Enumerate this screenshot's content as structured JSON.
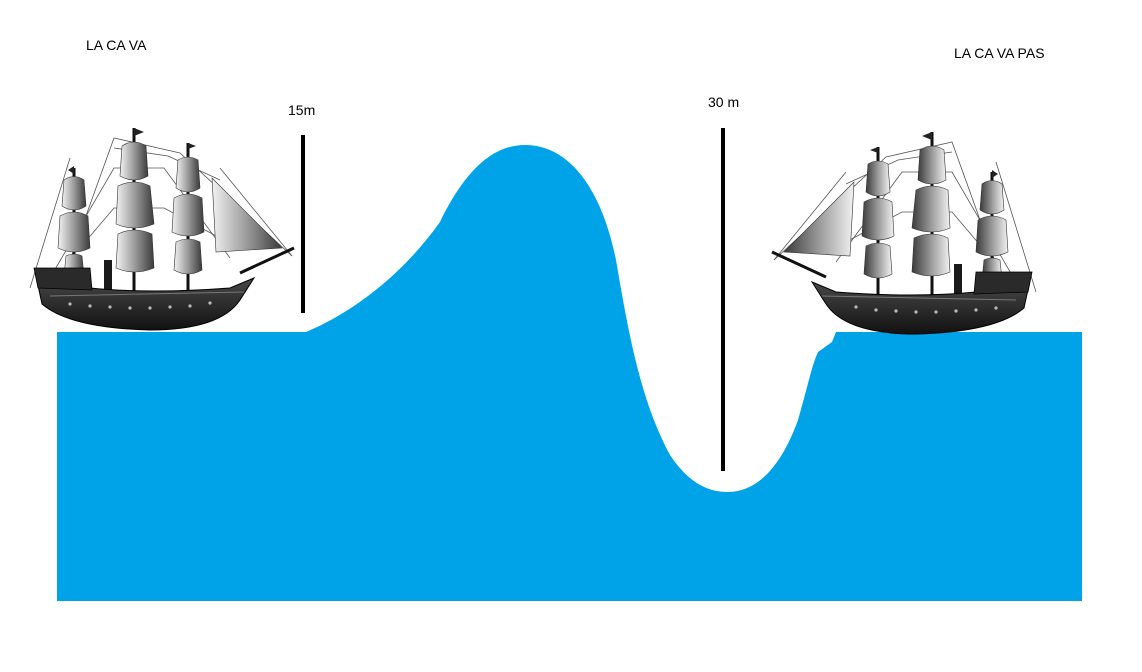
{
  "labels": {
    "left_caption": "LA CA VA",
    "right_caption": "LA CA VA PAS",
    "height_small": "15m",
    "height_large": "30 m"
  },
  "colors": {
    "water": "#00A2E8",
    "marker": "#000000",
    "ship_hull": "#1e1e1e",
    "ship_sail": "#8a8a8a"
  },
  "icons": {
    "left_ship": "sailing-ship-icon",
    "right_ship": "sailing-ship-icon"
  }
}
